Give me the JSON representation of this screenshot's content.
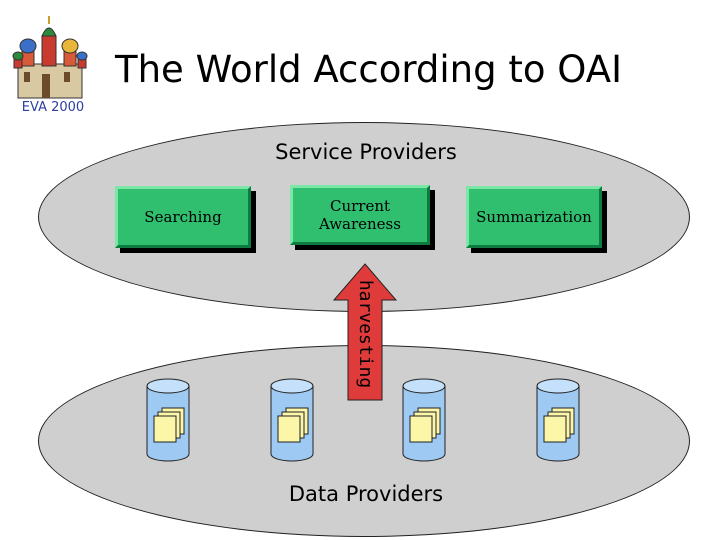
{
  "header": {
    "title": "The World According to OAI",
    "logo_caption": "EVA 2000"
  },
  "service_providers": {
    "label": "Service Providers",
    "boxes": [
      {
        "id": "searching",
        "label": "Searching"
      },
      {
        "id": "current",
        "label": "Current Awareness"
      },
      {
        "id": "summarization",
        "label": "Summarization"
      }
    ]
  },
  "harvesting": {
    "label": "harvesting"
  },
  "data_providers": {
    "label": "Data Providers",
    "count": 4
  },
  "colors": {
    "box_fill": "#2fbf6f",
    "ellipse_fill": "#cfcfcf",
    "arrow_fill": "#e03b3b",
    "cylinder_fill": "#9ec9f2",
    "document_fill": "#fcf6a8",
    "logo_caption": "#2d3fa0"
  },
  "icons": {
    "logo": "kremlin-cathedral-icon",
    "cylinder": "database-icon",
    "documents": "document-stack-icon"
  }
}
